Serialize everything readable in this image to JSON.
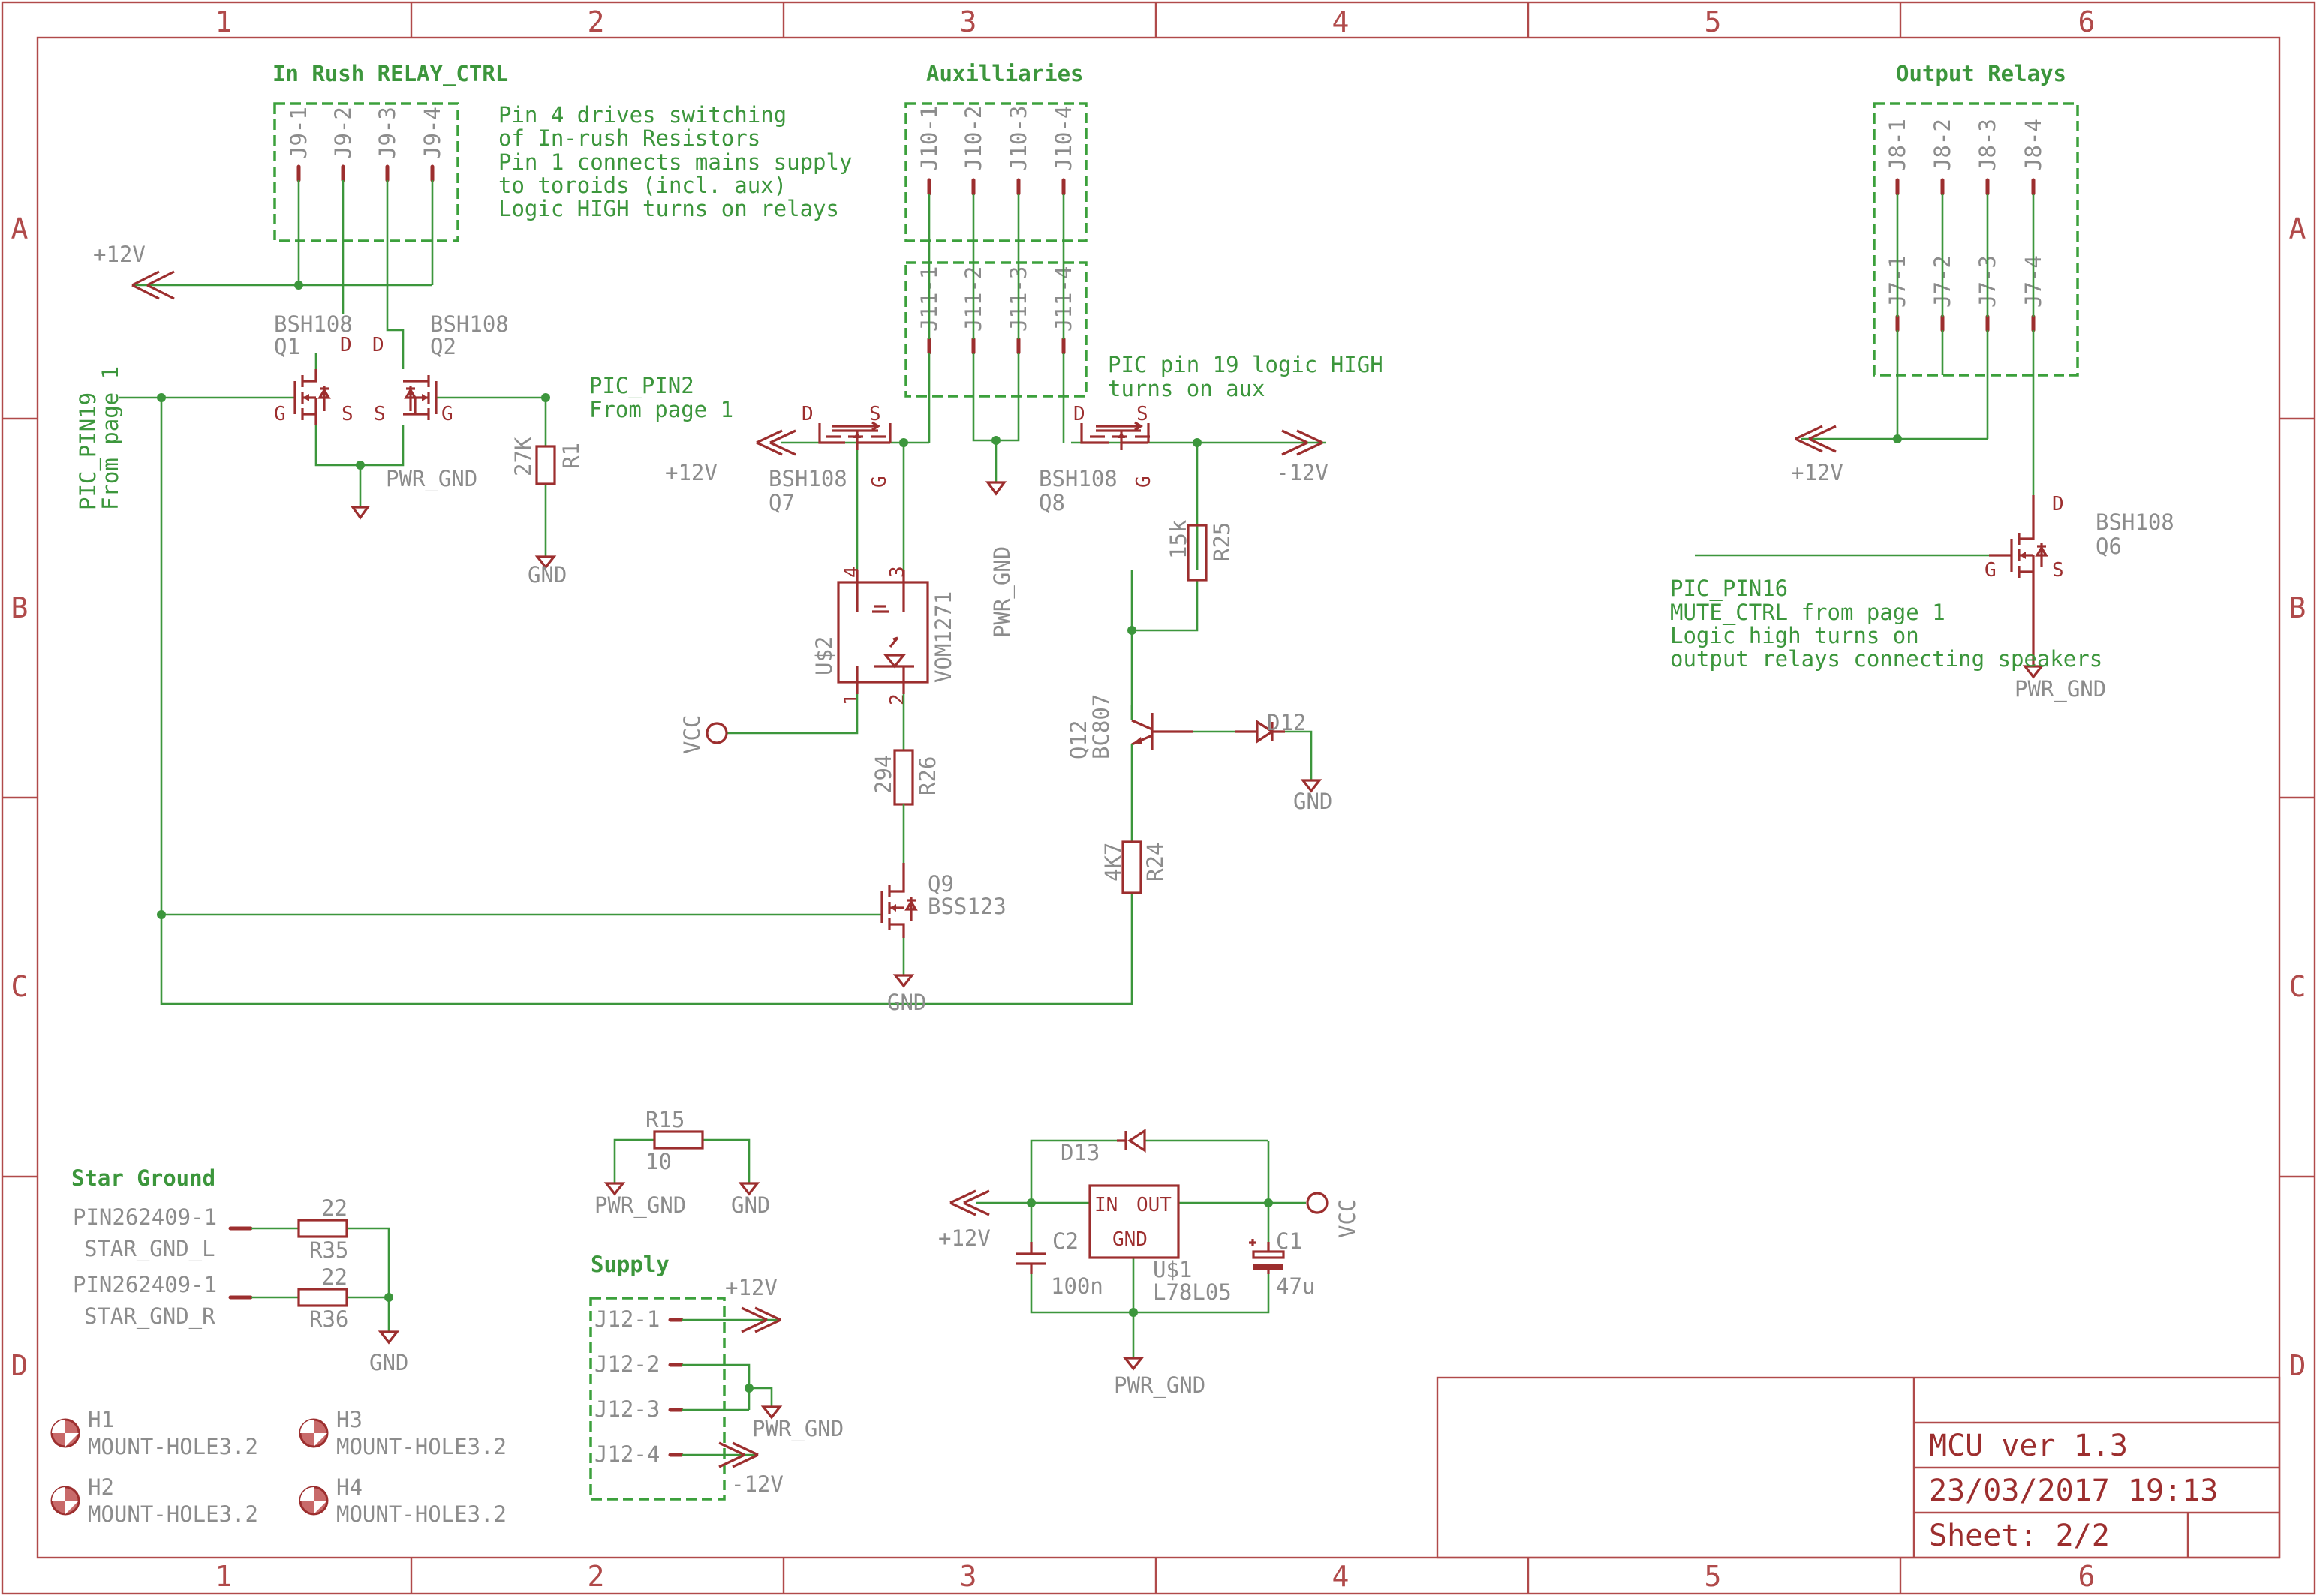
{
  "frame": {
    "columns": [
      "1",
      "2",
      "3",
      "4",
      "5",
      "6"
    ],
    "rows": [
      "A",
      "B",
      "C",
      "D"
    ]
  },
  "title_block": {
    "title": "MCU ver 1.3",
    "date": "23/03/2017 19:13",
    "sheet": "Sheet: 2/2"
  },
  "groups": {
    "inrush": "In Rush RELAY_CTRL",
    "aux": "Auxilliaries",
    "outputs": "Output Relays",
    "star_ground": "Star Ground",
    "supply": "Supply"
  },
  "notes": {
    "inrush_lines": [
      "Pin 4 drives switching",
      "of In-rush Resistors",
      "Pin 1 connects mains supply",
      "to toroids (incl. aux)",
      "Logic HIGH turns on relays"
    ],
    "aux_lines": [
      "PIC pin 19 logic HIGH",
      "turns on aux"
    ],
    "mute_lines": [
      "PIC_PIN16",
      "MUTE_CTRL from page 1",
      "Logic high turns on",
      "output relays connecting speakers"
    ],
    "pic_pin2": [
      "PIC_PIN2",
      "From page 1"
    ],
    "pic_pin19": [
      "PIC_PIN19",
      "From page 1"
    ]
  },
  "connectors": {
    "j9": [
      "J9-1",
      "J9-2",
      "J9-3",
      "J9-4"
    ],
    "j10": [
      "J10-1",
      "J10-2",
      "J10-3",
      "J10-4"
    ],
    "j11": [
      "J11-1",
      "J11-2",
      "J11-3",
      "J11-4"
    ],
    "j8": [
      "J8-1",
      "J8-2",
      "J8-3",
      "J8-4"
    ],
    "j7": [
      "J7-1",
      "J7-2",
      "J7-3",
      "J7-4"
    ],
    "j12": [
      "J12-1",
      "J12-2",
      "J12-3",
      "J12-4"
    ]
  },
  "parts": {
    "q1": {
      "ref": "Q1",
      "value": "BSH108"
    },
    "q2": {
      "ref": "Q2",
      "value": "BSH108"
    },
    "q7": {
      "ref": "Q7",
      "value": "BSH108"
    },
    "q8": {
      "ref": "Q8",
      "value": "BSH108"
    },
    "q6": {
      "ref": "Q6",
      "value": "BSH108"
    },
    "q9": {
      "ref": "Q9",
      "value": "BSS123"
    },
    "q12": {
      "ref": "Q12",
      "value": "BC807"
    },
    "r1": {
      "ref": "R1",
      "value": "27K"
    },
    "r25": {
      "ref": "R25",
      "value": "15k"
    },
    "r26": {
      "ref": "R26",
      "value": "294"
    },
    "r24": {
      "ref": "R24",
      "value": "4K7"
    },
    "r15": {
      "ref": "R15",
      "value": "10"
    },
    "r35": {
      "ref": "R35",
      "value": "22"
    },
    "r36": {
      "ref": "R36",
      "value": "22"
    },
    "us2": {
      "ref": "U$2",
      "value": "VOM1271"
    },
    "us1": {
      "ref": "U$1",
      "value": "L78L05",
      "in": "IN",
      "out": "OUT",
      "gnd": "GND"
    },
    "d12": {
      "ref": "D12"
    },
    "d13": {
      "ref": "D13"
    },
    "c1": {
      "ref": "C1",
      "value": "47u"
    },
    "c2": {
      "ref": "C2",
      "value": "100n"
    }
  },
  "pins": {
    "g": "G",
    "d": "D",
    "s": "S",
    "p1": "1",
    "p2": "2",
    "p3": "3",
    "p4": "4"
  },
  "nets": {
    "p12v": "+12V",
    "m12v": "-12V",
    "gnd": "GND",
    "pwr_gnd": "PWR_GND",
    "vcc": "VCC",
    "pin_star_l": "PIN262409-1",
    "pin_star_r": "PIN262409-1",
    "star_l": "STAR_GND_L",
    "star_r": "STAR_GND_R"
  },
  "mount_holes": [
    {
      "ref": "H1",
      "value": "MOUNT-HOLE3.2"
    },
    {
      "ref": "H3",
      "value": "MOUNT-HOLE3.2"
    },
    {
      "ref": "H2",
      "value": "MOUNT-HOLE3.2"
    },
    {
      "ref": "H4",
      "value": "MOUNT-HOLE3.2"
    }
  ],
  "colors": {
    "frame": "#b04a4a",
    "wire": "#3c963c",
    "symbol": "#9c2e2e",
    "label": "#8c8c8c"
  }
}
